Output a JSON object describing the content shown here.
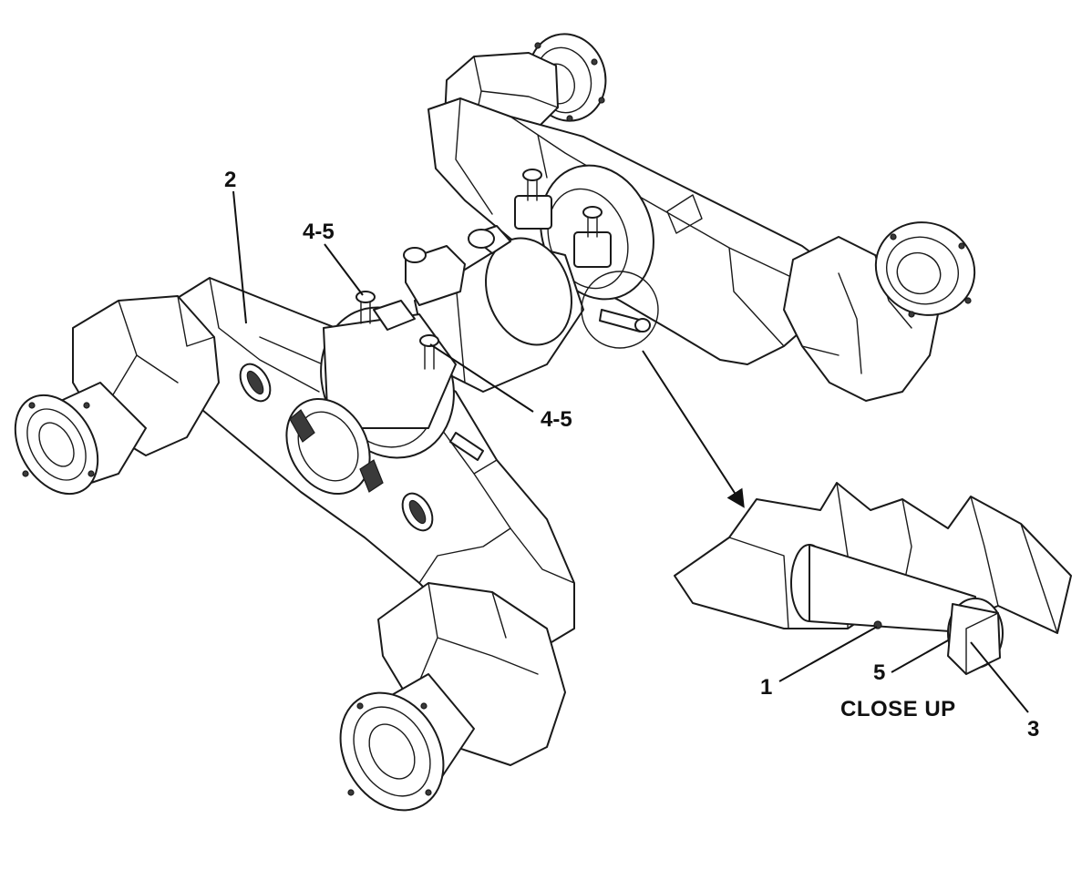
{
  "callouts": {
    "c2": "2",
    "c45_top": "4-5",
    "c45_mid": "4-5",
    "c1": "1",
    "c5": "5",
    "c3": "3"
  },
  "caption": "CLOSE UP",
  "colors": {
    "line": "#1a1a1a",
    "background": "#ffffff"
  }
}
